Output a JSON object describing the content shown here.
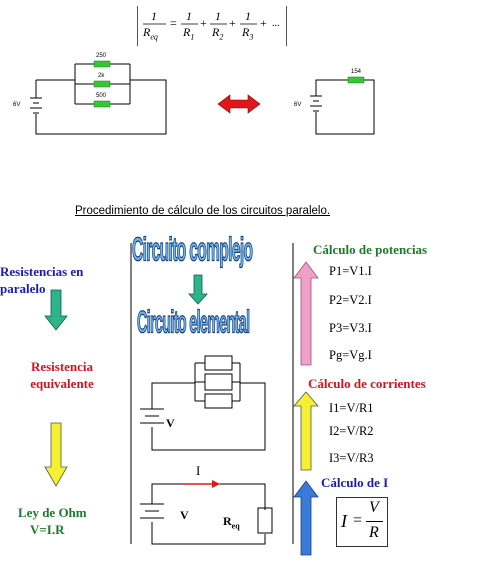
{
  "formula": {
    "one": "1",
    "req_base": "R",
    "req_sub": "eq",
    "eq": "=",
    "r1_base": "R",
    "r1_sub": "1",
    "r2_base": "R",
    "r2_sub": "2",
    "r3_base": "R",
    "r3_sub": "3",
    "plus": "+",
    "ellipsis": "..."
  },
  "circuit_left": {
    "r1": "250",
    "r2": "2k",
    "r3": "500",
    "source": "6V"
  },
  "circuit_right": {
    "r": "154",
    "source": "6V"
  },
  "procedure_title": "Procedimiento de cálculo de los circuitos paralelo.",
  "left_column": {
    "step1_line1": "Resistencias en",
    "step1_line2": "paralelo",
    "step2_line1": "Resistencia",
    "step2_line2": "equivalente",
    "step3_line1": "Ley de Ohm",
    "step3_line2": "V=I.R"
  },
  "middle_column": {
    "complex_label": "Circuito complejo",
    "elemental_label": "Circuito elemental",
    "v_label": "V",
    "v_label2": "V",
    "i_label": "I",
    "req_base": "R",
    "req_sub": "eq"
  },
  "right_column": {
    "power_title": "Cálculo de potencias",
    "p1": "P1=V1.I",
    "p2": "P2=V2.I",
    "p3": "P3=V3.I",
    "pg": "Pg=Vg.I",
    "current_title": "Cálculo de corrientes",
    "i1": "I1=V/R1",
    "i2": "I2=V/R2",
    "i3": "I3=V/R3",
    "ci_title": "Cálculo de I",
    "ohm_i": "I",
    "ohm_eq": "=",
    "ohm_v": "V",
    "ohm_r": "R"
  },
  "colors": {
    "green_arrow": "#2db58a",
    "red_arrow": "#e0161c",
    "yellow_arrow": "#f5f032",
    "pink_arrow": "#f0a0c8",
    "blue_arrow": "#3a7ad9",
    "blue_text": "#1a1ab4",
    "red_text": "#d2141e",
    "green_text": "#1e7a2a"
  }
}
